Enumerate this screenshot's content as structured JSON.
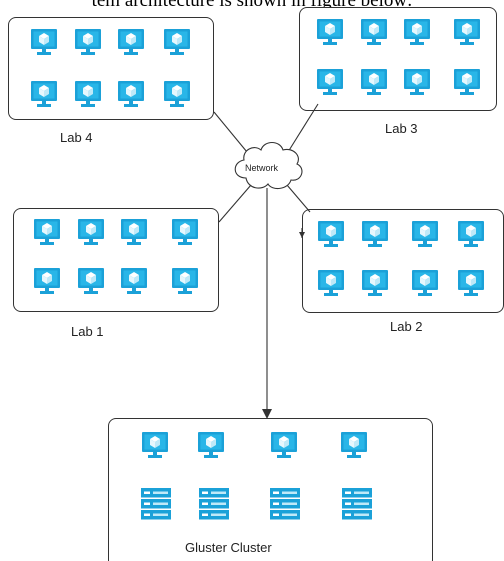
{
  "header": {
    "text": "tem architecture is shown in figure below:"
  },
  "network": {
    "label": "Network"
  },
  "labs": [
    {
      "label": "Lab 4",
      "pc_count": 8
    },
    {
      "label": "Lab 3",
      "pc_count": 8
    },
    {
      "label": "Lab 1",
      "pc_count": 8
    },
    {
      "label": "Lab 2",
      "pc_count": 8
    }
  ],
  "cluster": {
    "label": "Gluster Cluster",
    "pc_count": 4,
    "server_count": 4
  },
  "icons": {
    "pc": "monitor-cube-icon",
    "server": "server-rack-icon",
    "network": "cloud-icon"
  },
  "colors": {
    "accent": "#1ba1d8",
    "screen": "#29b6e8",
    "stroke": "#333333"
  }
}
